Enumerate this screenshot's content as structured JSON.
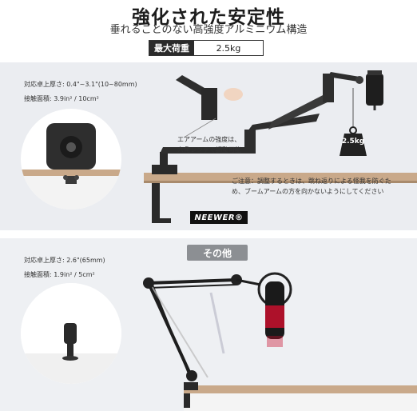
{
  "header": {
    "title": "強化された安定性",
    "subtitle": "垂れることのない高強度アルミニウム構造"
  },
  "load": {
    "label": "最大荷重",
    "value": "2.5kg"
  },
  "top_section": {
    "spec_thickness": "対応卓上厚さ: 0.4\"~3.1\"(10~80mm)",
    "spec_contact": "接触面積: 3.9in² / 10cm²",
    "tension_note_1": "エアアームの強度は、",
    "tension_note_2": "六角レンチで調整可能",
    "weight_label": "2.5kg",
    "caution_1": "ご注意：調整するときは、跳ね返りによる怪我を防ぐた",
    "caution_2": "め、ブームアームの方を向かないようにしてください",
    "brand": "NEEWER®"
  },
  "bottom_section": {
    "badge": "その他",
    "spec_thickness": "対応卓上厚さ: 2.6\"(65mm)",
    "spec_contact": "接触面積: 1.9in² / 5cm²"
  },
  "colors": {
    "arm": "#2a2a2a",
    "desk": "#c9a98a",
    "mic_red": "#c8102e",
    "panel": "#ebedf1"
  }
}
